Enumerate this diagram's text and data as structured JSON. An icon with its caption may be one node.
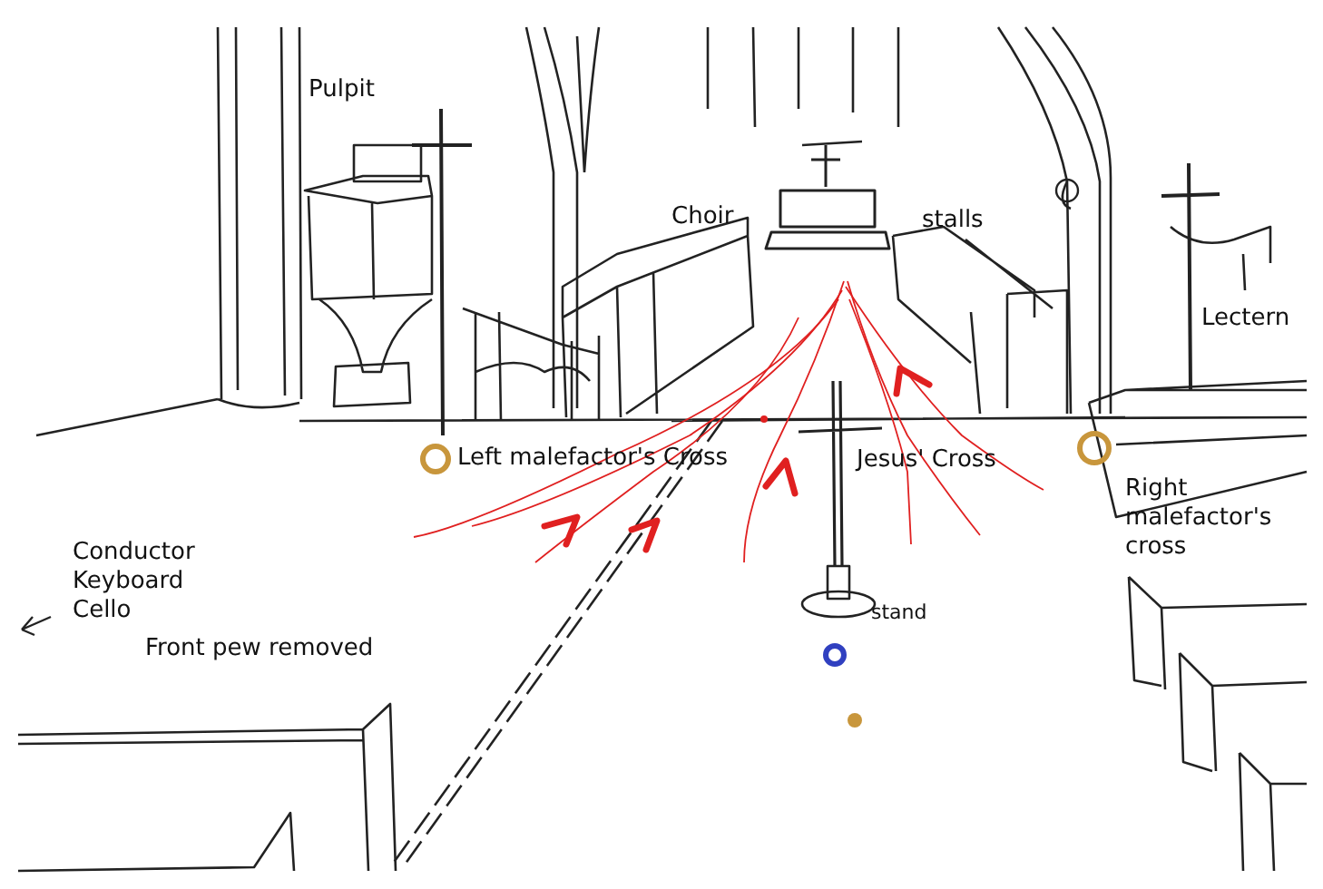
{
  "diagram": {
    "labels": [
      "Pulpit",
      "Choir",
      "stalls",
      "Lectern",
      "Left malefactor's Cross",
      "Jesus' Cross",
      "Right malefactor's cross",
      "Conductor Keyboard Cello",
      "Front pew removed",
      "stand"
    ]
  }
}
